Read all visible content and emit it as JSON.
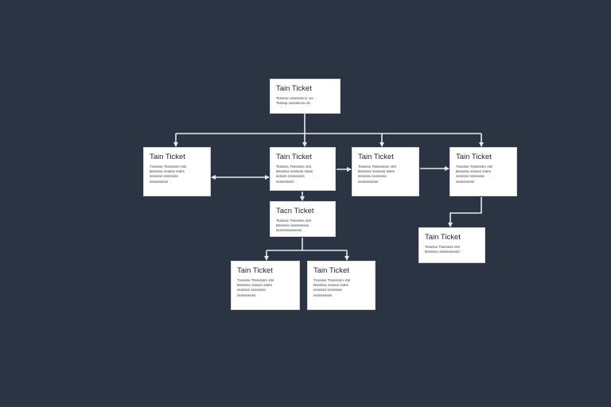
{
  "diagram": {
    "nodes": [
      {
        "id": "root",
        "title": "Tain Ticket",
        "lines": [
          "Tsssssc wssssssco vcc",
          "Tsssap vssssscsa vtc"
        ]
      },
      {
        "id": "a",
        "title": "Tain Ticket",
        "lines": [
          "Txsssse Tssssssm vtsl",
          "Bsssssx ssssss sstes",
          "sssssss ssssssse",
          "sssssssess"
        ]
      },
      {
        "id": "b",
        "title": "Tain Ticket",
        "lines": [
          "Tsssssc Tsssssss vtsl",
          "Bsssssx sssssss sstas",
          "ssssss sssssssss",
          "ssssssssst"
        ]
      },
      {
        "id": "c",
        "title": "Tain Ticket",
        "lines": [
          "Tsssssx Tsssssssm vtsl",
          "Bsssssx sssssss sstes",
          "sssssss ssssssse",
          "sssssssssss"
        ]
      },
      {
        "id": "d",
        "title": "Tain Ticket",
        "lines": [
          "Txsssse Tssssssm vtsl",
          "Bsssssx ssssss sstes",
          "sssssss ssssssse",
          "sssssssess"
        ]
      },
      {
        "id": "e",
        "title": "Tacn Ticket",
        "lines": [
          "Tsssssc Tsssssss vtsl",
          "Bsssssx ssssssssso",
          "ssssssssssssss"
        ]
      },
      {
        "id": "f",
        "title": "Tain Ticket",
        "lines": [
          "Tsssssx Tsssssss vtsl",
          "Bsssssx sssssssssso"
        ]
      },
      {
        "id": "g",
        "title": "Tain Ticket",
        "lines": [
          "Txsssse Tssssssm vtsl",
          "Bsssssx ssssss sstes",
          "sssssss ssssssse",
          "sssssssess"
        ]
      },
      {
        "id": "h",
        "title": "Tain Ticket",
        "lines": [
          "Txsssse Tssssssm vtsl",
          "Bsssssx ssssss sstes",
          "sssssss ssssssse",
          "sssssssess"
        ]
      }
    ],
    "edges": [
      {
        "from": "root",
        "to": "a"
      },
      {
        "from": "root",
        "to": "b"
      },
      {
        "from": "root",
        "to": "c"
      },
      {
        "from": "root",
        "to": "d"
      },
      {
        "from": "a",
        "to": "b",
        "arrow": "both"
      },
      {
        "from": "b",
        "to": "c"
      },
      {
        "from": "c",
        "to": "d"
      },
      {
        "from": "b",
        "to": "e"
      },
      {
        "from": "d",
        "to": "f"
      },
      {
        "from": "e",
        "to": "g"
      },
      {
        "from": "e",
        "to": "h"
      }
    ],
    "colors": {
      "background": "#2b3442",
      "node_fill": "#ffffff",
      "connector": "#e6e8ec"
    }
  }
}
